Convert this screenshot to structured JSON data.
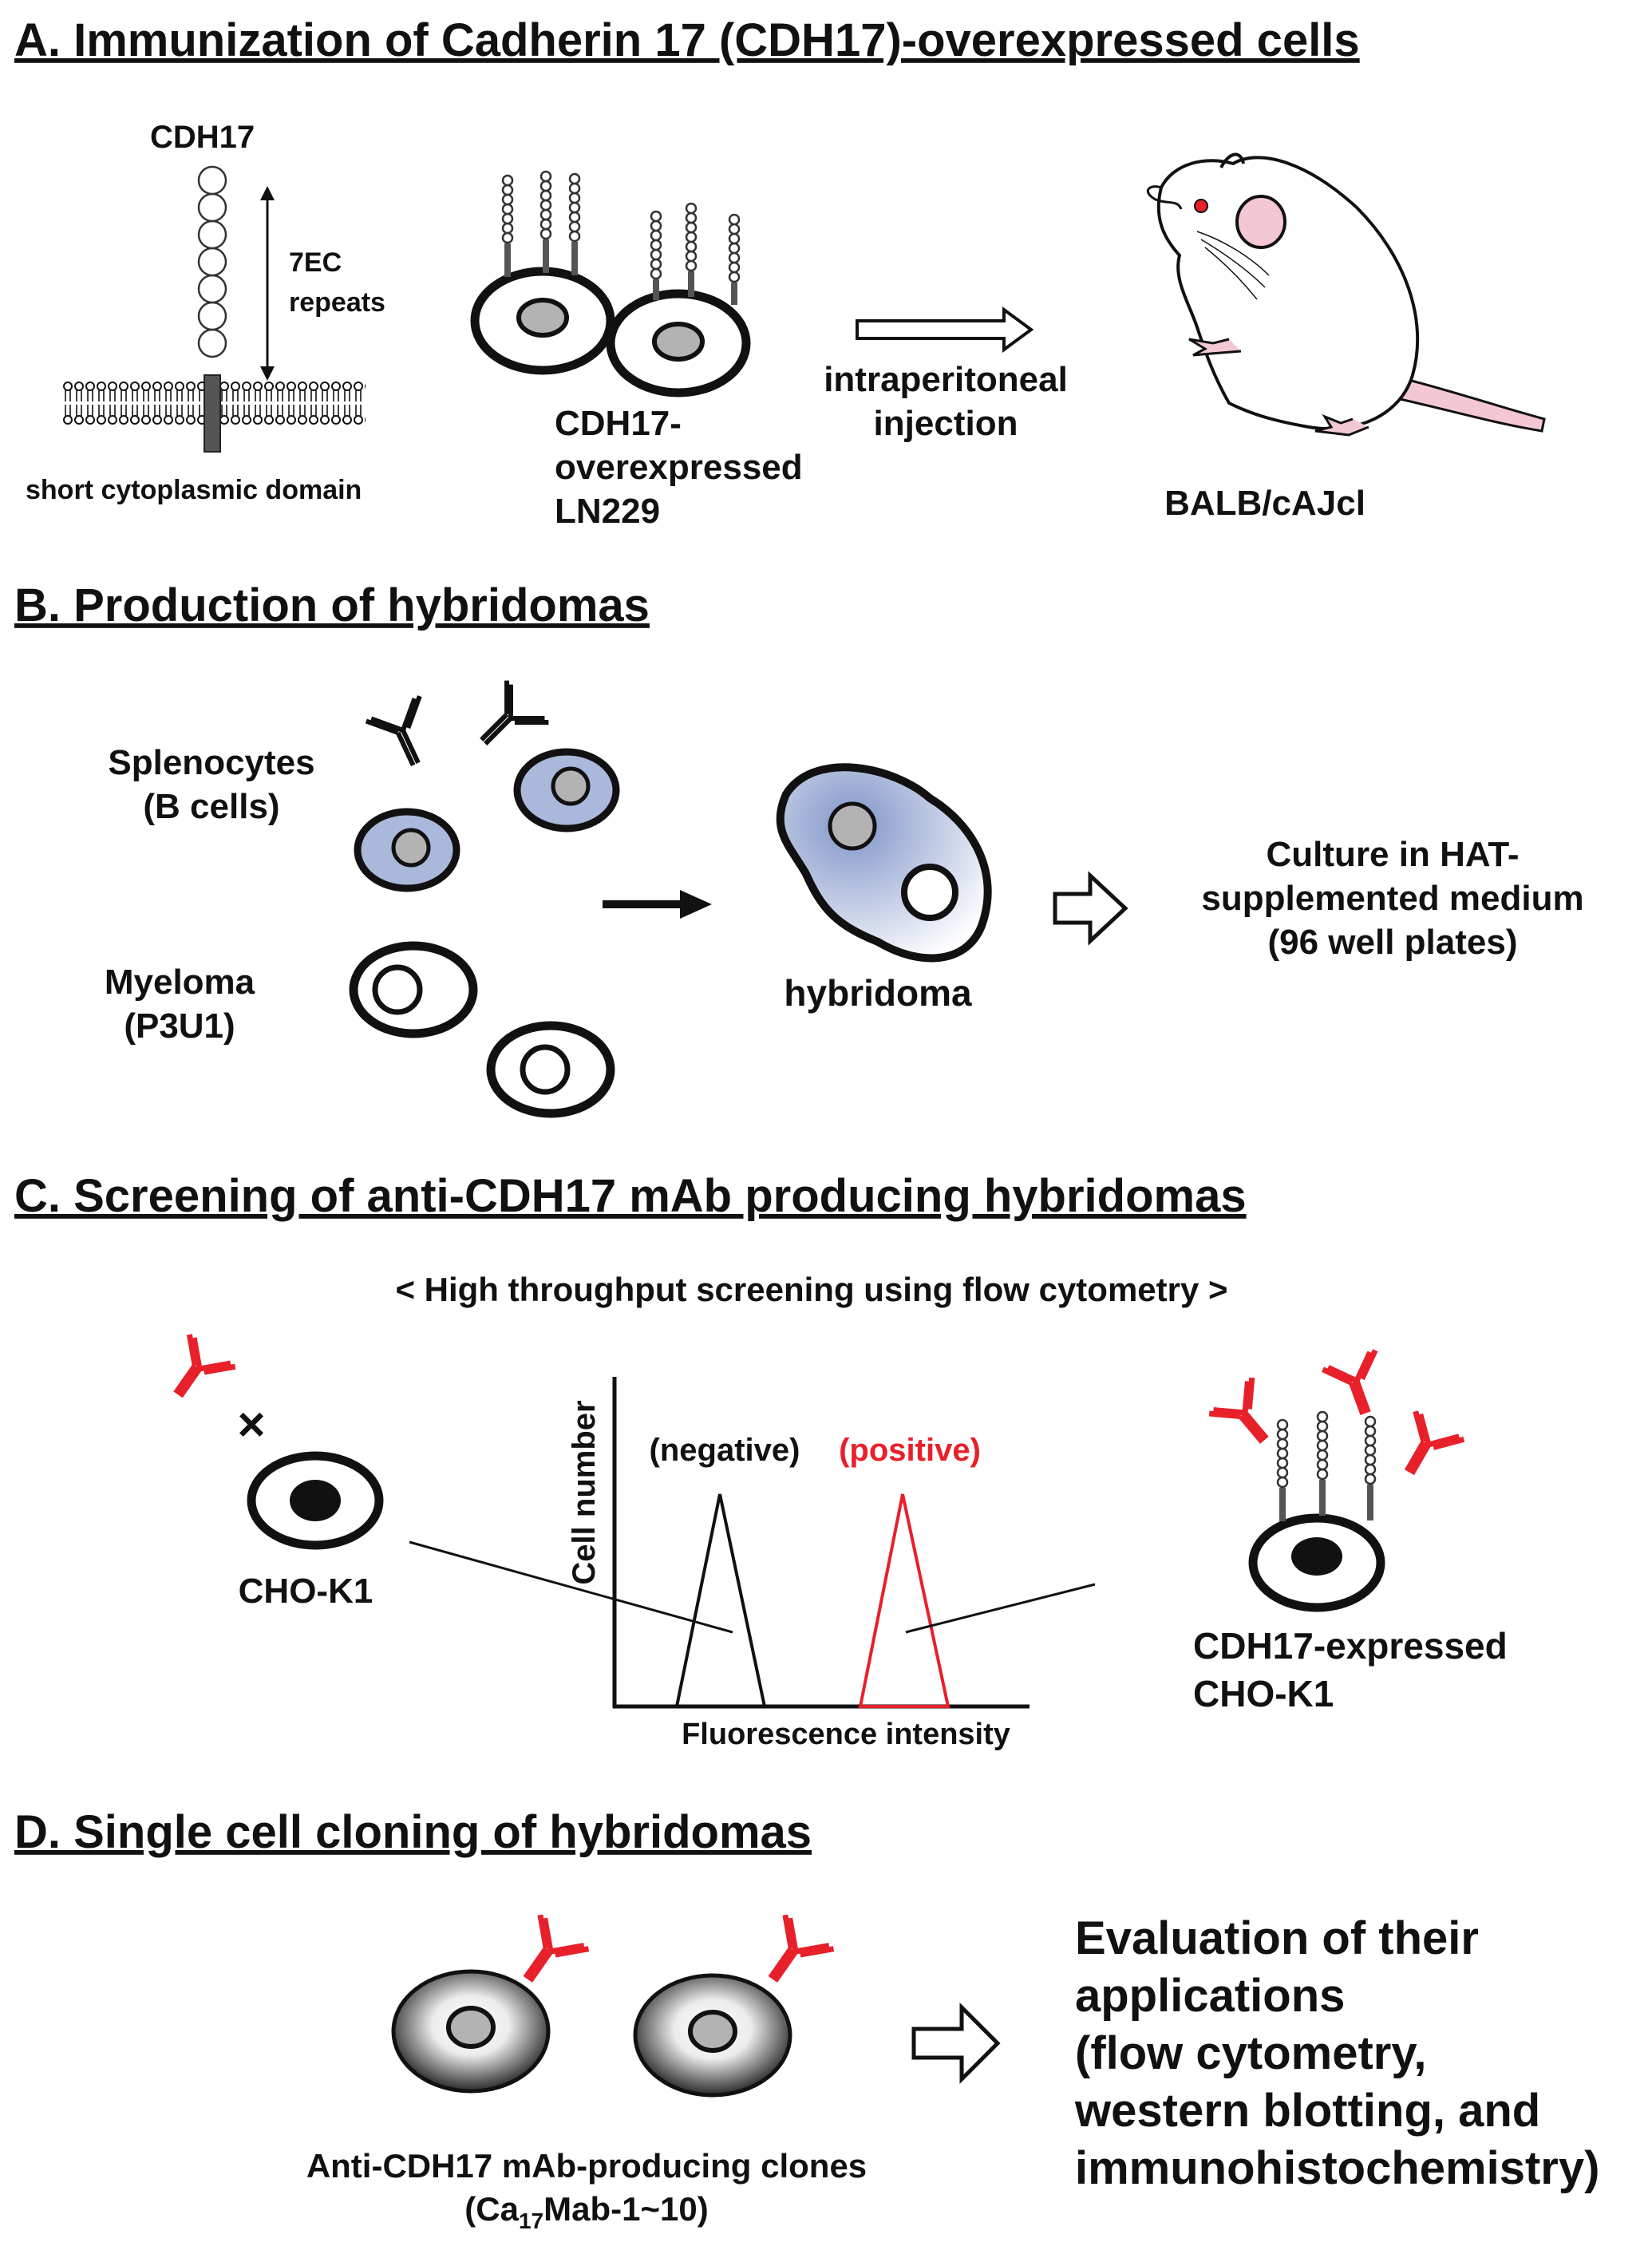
{
  "panel_a": {
    "heading": "A. Immunization of Cadherin 17 (CDH17)-overexpressed cells",
    "protein_label": "CDH17",
    "repeats_label_1": "7EC",
    "repeats_label_2": "repeats",
    "domain_label": "short cytoplasmic domain",
    "cells_label_1": "CDH17-",
    "cells_label_2": "overexpressed",
    "cells_label_3": "LN229",
    "route_label_1": "intraperitoneal",
    "route_label_2": "injection",
    "mouse_label": "BALB/cAJcl"
  },
  "panel_b": {
    "heading": "B. Production of hybridomas",
    "splenocytes_label_1": "Splenocytes",
    "splenocytes_label_2": "(B cells)",
    "myeloma_label_1": "Myeloma",
    "myeloma_label_2": "(P3U1)",
    "hybridoma_label": "hybridoma",
    "culture_label_1": "Culture in HAT-",
    "culture_label_2": "supplemented medium",
    "culture_label_3": "(96 well plates)"
  },
  "panel_c": {
    "heading": "C. Screening of anti-CDH17 mAb producing hybridomas",
    "subheading": "< High throughput screening using flow cytometry >",
    "no_binding_mark": "×",
    "negative_cell_label": "CHO-K1",
    "positive_cell_label_1": "CDH17-expressed",
    "positive_cell_label_2": "CHO-K1",
    "y_axis_label": "Cell number",
    "x_axis_label": "Fluorescence intensity",
    "negative_peak_label": "(negative)",
    "positive_peak_label": "(positive)"
  },
  "panel_d": {
    "heading": "D. Single cell cloning of hybridomas",
    "clones_label_1": "Anti-CDH17 mAb-producing clones",
    "clones_label_2_prefix": "(Ca",
    "clones_label_2_sub": "17",
    "clones_label_2_suffix": "Mab-1~10)",
    "eval_line_1": "Evaluation of their",
    "eval_line_2": "applications",
    "eval_line_3": "(flow cytometry,",
    "eval_line_4": "western blotting, and",
    "eval_line_5": "immunohistochemistry)"
  },
  "colors": {
    "antibody_positive": "#e8202a",
    "positive_peak": "#e8202a",
    "b_cell_fill": "#aab8dc",
    "nucleus_gray": "#b3b3b3",
    "mouse_ear": "#f3c8d2",
    "mouse_eye": "#e8202a"
  }
}
